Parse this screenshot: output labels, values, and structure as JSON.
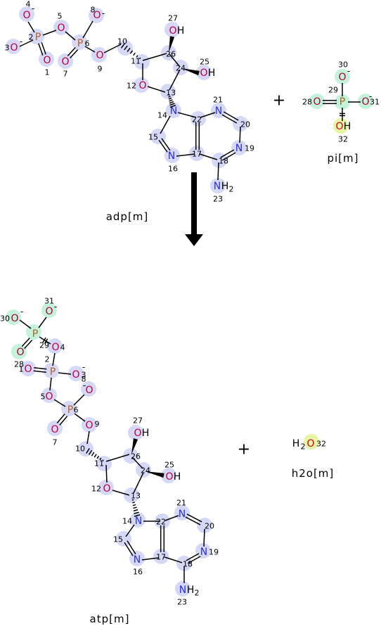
{
  "colors": {
    "mapping_matched": "#d5d8f6",
    "mapping_transferred": "#c4f2da",
    "mapping_water_oxygen": "#e9f4a4",
    "oxygen": "#e1003a",
    "phosphorus": "#de6c22",
    "nitrogen": "#2f35e8",
    "bond": "#000000"
  },
  "reaction": {
    "plus_reactants": "+",
    "plus_products": "+"
  },
  "compounds": {
    "adp": {
      "name": "adp[m]",
      "atoms": [
        {
          "n": "1",
          "sym": "O"
        },
        {
          "n": "2",
          "sym": "P"
        },
        {
          "n": "3",
          "sym": "O",
          "charge": "-"
        },
        {
          "n": "4",
          "sym": "O",
          "charge": "-"
        },
        {
          "n": "5",
          "sym": "O"
        },
        {
          "n": "6",
          "sym": "P"
        },
        {
          "n": "7",
          "sym": "O"
        },
        {
          "n": "8",
          "sym": "O",
          "charge": "-"
        },
        {
          "n": "9",
          "sym": "O"
        },
        {
          "n": "10"
        },
        {
          "n": "11"
        },
        {
          "n": "12",
          "sym": "O"
        },
        {
          "n": "13"
        },
        {
          "n": "14",
          "sym": "N"
        },
        {
          "n": "15"
        },
        {
          "n": "16",
          "sym": "N"
        },
        {
          "n": "17"
        },
        {
          "n": "18"
        },
        {
          "n": "19",
          "sym": "N"
        },
        {
          "n": "20"
        },
        {
          "n": "21",
          "sym": "N"
        },
        {
          "n": "22"
        },
        {
          "n": "23",
          "sym": "N",
          "h": "H",
          "h_sub": "2"
        },
        {
          "n": "24"
        },
        {
          "n": "25",
          "sym": "O",
          "h": "H"
        },
        {
          "n": "26"
        },
        {
          "n": "27",
          "sym": "O",
          "h": "H"
        }
      ]
    },
    "pi": {
      "name": "pi[m]",
      "atoms": [
        {
          "n": "28",
          "sym": "O",
          "circle": "#c4f2da"
        },
        {
          "n": "29",
          "sym": "P",
          "circle": "#c4f2da"
        },
        {
          "n": "30",
          "sym": "O",
          "charge": "-",
          "circle": "#c4f2da"
        },
        {
          "n": "31",
          "sym": "O",
          "charge": "-",
          "circle": "#c4f2da"
        },
        {
          "n": "32",
          "sym": "O",
          "h": "H",
          "circle": "#e9f4a4"
        }
      ]
    },
    "atp": {
      "name": "atp[m]",
      "atoms": [
        {
          "n": "1",
          "sym": "O"
        },
        {
          "n": "2",
          "sym": "P"
        },
        {
          "n": "3",
          "sym": "O",
          "charge": "-"
        },
        {
          "n": "4",
          "sym": "O"
        },
        {
          "n": "5",
          "sym": "O"
        },
        {
          "n": "6",
          "sym": "P"
        },
        {
          "n": "7",
          "sym": "O"
        },
        {
          "n": "8",
          "sym": "O",
          "charge": "-"
        },
        {
          "n": "9",
          "sym": "O"
        },
        {
          "n": "10"
        },
        {
          "n": "11"
        },
        {
          "n": "12",
          "sym": "O"
        },
        {
          "n": "13"
        },
        {
          "n": "14",
          "sym": "N"
        },
        {
          "n": "15"
        },
        {
          "n": "16",
          "sym": "N"
        },
        {
          "n": "17"
        },
        {
          "n": "18"
        },
        {
          "n": "19",
          "sym": "N"
        },
        {
          "n": "20"
        },
        {
          "n": "21",
          "sym": "N"
        },
        {
          "n": "22"
        },
        {
          "n": "23",
          "sym": "N",
          "h": "H",
          "h_sub": "2"
        },
        {
          "n": "24"
        },
        {
          "n": "25",
          "sym": "O",
          "h": "H"
        },
        {
          "n": "26"
        },
        {
          "n": "27",
          "sym": "O",
          "h": "H"
        },
        {
          "n": "28",
          "sym": "O",
          "circle": "#c4f2da"
        },
        {
          "n": "29",
          "sym": "P",
          "circle": "#c4f2da"
        },
        {
          "n": "30",
          "sym": "O",
          "charge": "-",
          "circle": "#c4f2da"
        },
        {
          "n": "31",
          "sym": "O",
          "charge": "-",
          "circle": "#c4f2da"
        }
      ]
    },
    "h2o": {
      "name": "h2o[m]",
      "atoms": [
        {
          "n": "32",
          "sym": "O",
          "h": "H",
          "h_sub": "2",
          "circle": "#e9f4a4"
        }
      ]
    }
  }
}
